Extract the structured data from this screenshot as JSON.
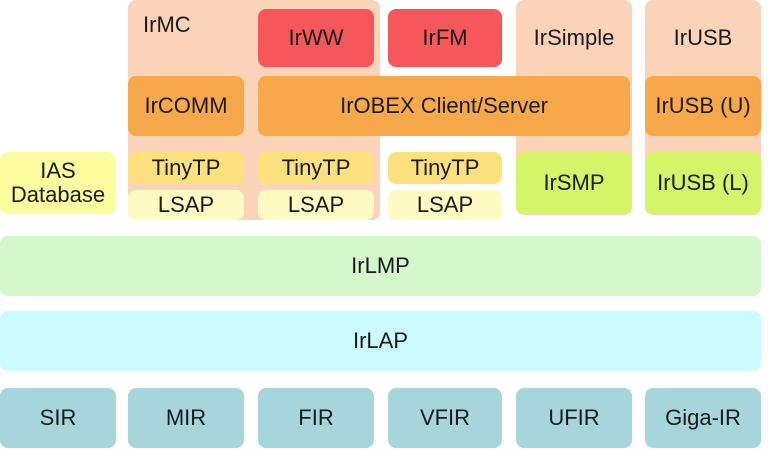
{
  "colors": {
    "peach_panel": "#fbd3b9",
    "orange": "#f7a84a",
    "red": "#f6575a",
    "tinytp": "#fde07e",
    "lsap": "#fdfbc2",
    "ias": "#fdfd9f",
    "lime": "#d5f569",
    "irlmp": "#d4f7cc",
    "irlap": "#ccfbfd",
    "phy": "#a6d6dc"
  },
  "stack": {
    "irmc": "IrMC",
    "irww": "IrWW",
    "irfm": "IrFM",
    "irsimple": "IrSimple",
    "irusb": "IrUSB",
    "ircomm": "IrCOMM",
    "irobex": "IrOBEX Client/Server",
    "irusb_u": "IrUSB (U)",
    "ias_database": "IAS\nDatabase",
    "tinytp": [
      "TinyTP",
      "TinyTP",
      "TinyTP"
    ],
    "lsap": [
      "LSAP",
      "LSAP",
      "LSAP"
    ],
    "irsmp": "IrSMP",
    "irusb_l": "IrUSB (L)",
    "irlmp": "IrLMP",
    "irlap": "IrLAP",
    "physical": [
      "SIR",
      "MIR",
      "FIR",
      "VFIR",
      "UFIR",
      "Giga-IR"
    ]
  }
}
